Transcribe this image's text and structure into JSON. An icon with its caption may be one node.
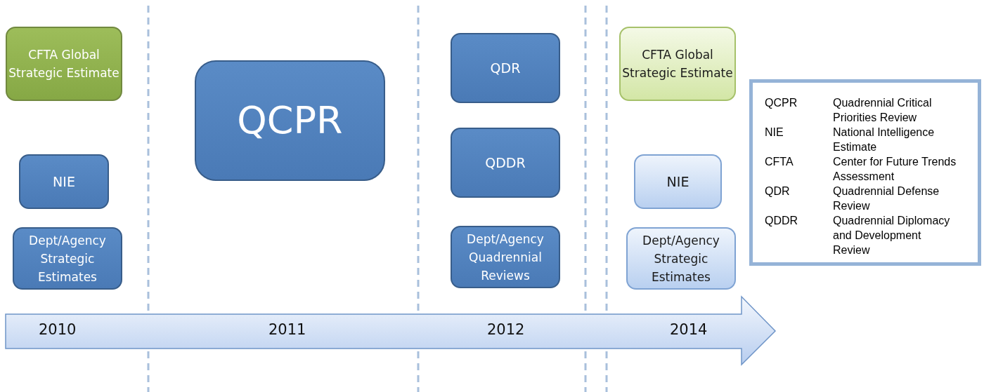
{
  "diagram": {
    "nodes": [
      {
        "text": [
          "CFTA Global Strategic Estimate"
        ]
      },
      {
        "text": [
          "QCPR"
        ]
      },
      {
        "text": [
          "QDR"
        ]
      },
      {
        "text": [
          "CFTA Global Strategic Estimate"
        ]
      },
      {
        "text": [
          "QDDR"
        ]
      },
      {
        "text": [
          "NIE"
        ]
      },
      {
        "text": [
          "NIE"
        ]
      },
      {
        "text": [
          "Dept/Agency Strategic Estimates"
        ]
      },
      {
        "text": [
          "Dept/Agency Quadrennial Reviews"
        ]
      },
      {
        "text": [
          "Dept/Agency Strategic Estimates"
        ]
      }
    ],
    "labels": [
      "2010",
      "2011",
      "2012",
      "2014",
      "QCPR",
      "Quadrennial Critical Priorities Review",
      "NIE",
      "National Intelligence Estimate",
      "CFTA",
      "Center for Future Trends Assessment",
      "QDR",
      "Quadrennial Defense Review",
      "QDDR",
      "Quadrennial Diplomacy and Development Review"
    ]
  }
}
